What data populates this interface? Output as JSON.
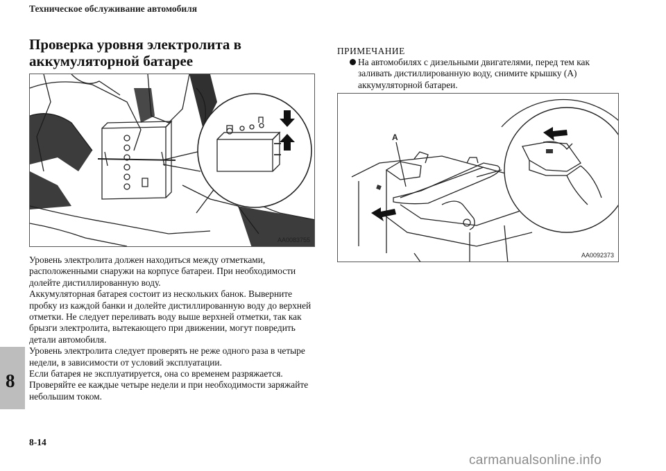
{
  "header": {
    "running_title": "Техническое обслуживание автомобиля"
  },
  "section": {
    "title": "Проверка уровня электролита в аккумуляторной батарее"
  },
  "figures": {
    "left": {
      "code": "AA0083755"
    },
    "right": {
      "code": "AA0092373",
      "callout_label": "A"
    }
  },
  "body": {
    "paragraphs": [
      "Уровень электролита должен находиться между отметками, расположенными снаружи на корпусе батареи. При необходимости долейте дистиллированную воду.",
      "Аккумуляторная батарея состоит из нескольких банок. Выверните пробку из каждой банки и долейте дистиллированную воду до верхней отметки. Не следует переливать воду выше верхней отметки, так как брызги электролита, вытекающего при движении, могут повредить детали автомобиля.",
      "Уровень электролита следует проверять не реже одного раза в четыре недели, в зависимости от условий эксплуатации.",
      "Если батарея не эксплуатируется, она со временем разряжается. Проверяйте ее каждые четыре недели и при необходимости заряжайте небольшим током."
    ]
  },
  "note": {
    "heading": "ПРИМЕЧАНИЕ",
    "text": "На автомобилях с дизельными двигателями, перед тем как заливать дистиллированную воду, снимите крышку (A) аккумуляторной батареи."
  },
  "chapter_tab": "8",
  "page_number": "8-14",
  "watermark": "carmanualsonline.info"
}
